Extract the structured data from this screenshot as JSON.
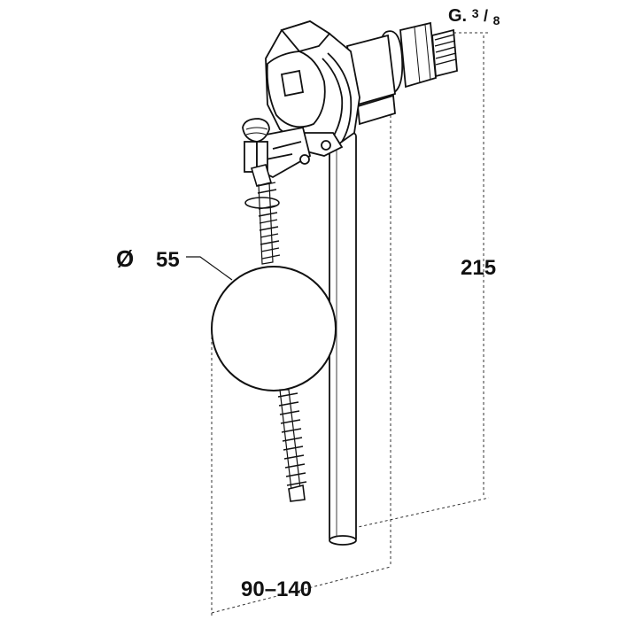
{
  "labels": {
    "thread": "G.",
    "thread_fraction_num": "3",
    "thread_fraction_den": "8",
    "height": "215",
    "diameter_symbol": "Ø",
    "diameter": "55",
    "arm_range": "90–140"
  },
  "colors": {
    "line": "#111111",
    "dim": "#333333",
    "background": "#ffffff"
  }
}
